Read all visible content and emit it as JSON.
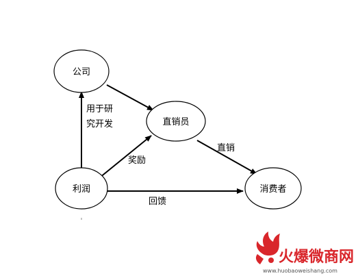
{
  "nodes": {
    "company": {
      "label": "公司"
    },
    "direct_seller": {
      "label": "直销员"
    },
    "profit": {
      "label": "利润"
    },
    "consumer": {
      "label": "消费者"
    }
  },
  "edges": {
    "research": {
      "line1": "用于研",
      "line2": "究开发"
    },
    "reward": {
      "label": "奖励"
    },
    "direct_sale": {
      "label": "直销"
    },
    "feedback": {
      "label": "回馈"
    }
  },
  "watermark": {
    "brand": "火爆微商网",
    "url": "www.huobaoweishang.com",
    "color": "#d9262b"
  }
}
